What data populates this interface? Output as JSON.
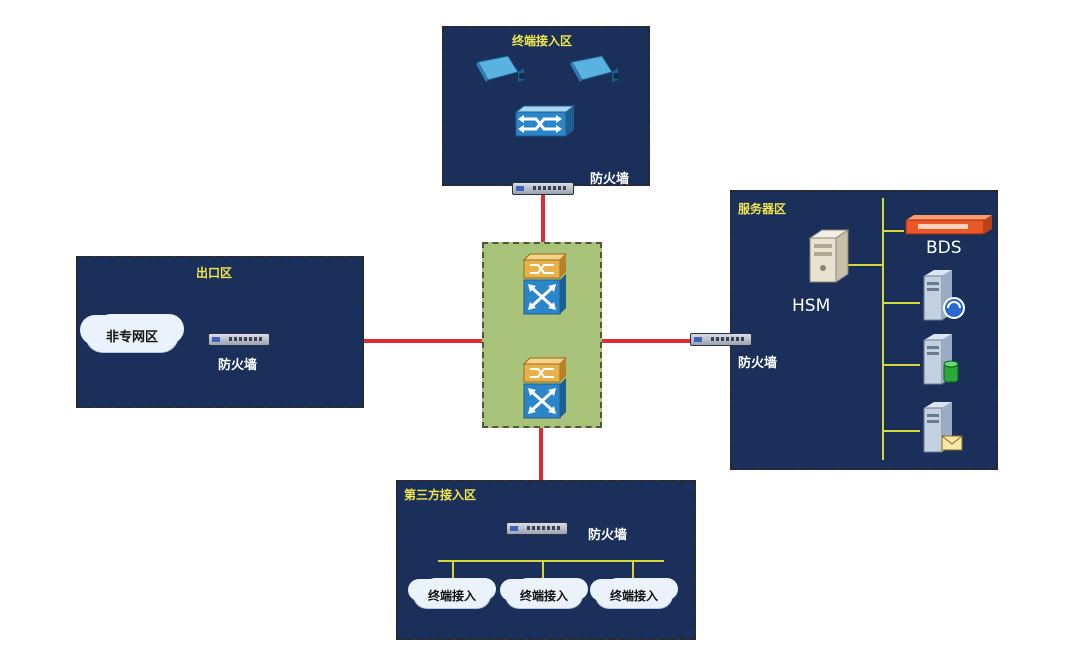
{
  "zones": {
    "terminal_access": {
      "title": "终端接入区"
    },
    "exit": {
      "title": "出口区"
    },
    "server": {
      "title": "服务器区"
    },
    "third_party": {
      "title": "第三方接入区"
    }
  },
  "labels": {
    "firewall_top": "防火墙",
    "firewall_left": "防火墙",
    "firewall_right": "防火墙",
    "firewall_bottom": "防火墙",
    "non_private_network": "非专网区",
    "hsm": "HSM",
    "bds": "BDS",
    "terminal_access_1": "终端接入",
    "terminal_access_2": "终端接入",
    "terminal_access_3": "终端接入"
  },
  "colors": {
    "zone_bg": "#1a2f5a",
    "zone_title": "#f2e64a",
    "link_red": "#e02a34",
    "bus_yellow": "#d6d83a",
    "core_bg": "#a9c27a",
    "switch_blue": "#2a86c8",
    "router_orange": "#e8b24a"
  },
  "icons": [
    "camera-icon",
    "switch-icon",
    "firewall-icon",
    "core-switch-icon",
    "cloud-icon",
    "server-icon",
    "appliance-icon"
  ]
}
